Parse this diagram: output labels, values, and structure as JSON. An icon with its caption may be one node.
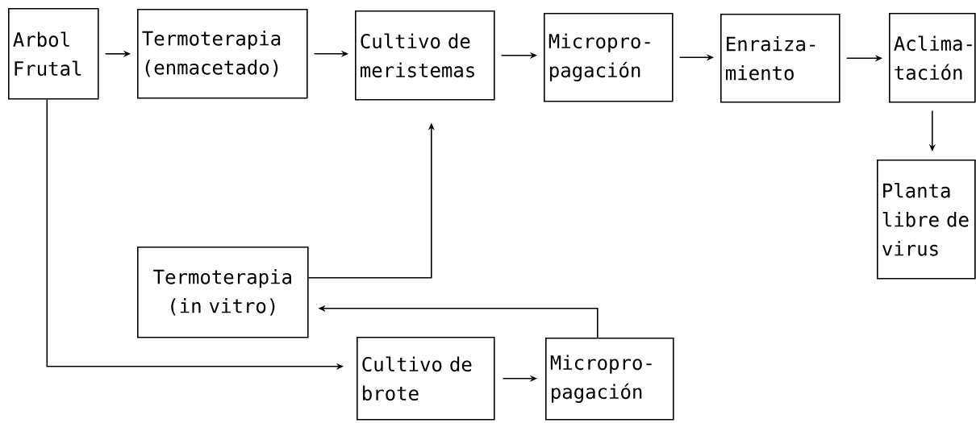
{
  "diagram": {
    "nodes": [
      {
        "text": [
          "Arbol Frutal"
        ]
      },
      {
        "text": [
          "Termoterapia (enmacetado)"
        ]
      },
      {
        "text": [
          "Cultivo de meristemas"
        ]
      },
      {
        "text": [
          "Micropro- pagación"
        ]
      },
      {
        "text": [
          "Enraiza- miento"
        ]
      },
      {
        "text": [
          "Aclima- tación"
        ]
      },
      {
        "text": [
          "Planta libre de virus"
        ]
      },
      {
        "text": [
          "Termoterapia (in vitro)"
        ]
      },
      {
        "text": [
          "Cultivo de brote"
        ]
      },
      {
        "text": [
          "Micropro- pagación"
        ]
      }
    ],
    "edges": [
      {
        "from": 0,
        "to": 1,
        "arrow": "to"
      },
      {
        "from": 1,
        "to": 2,
        "arrow": "to"
      },
      {
        "from": 2,
        "to": 3,
        "arrow": "to"
      },
      {
        "from": 3,
        "to": 4,
        "arrow": "to"
      },
      {
        "from": 4,
        "to": 5,
        "arrow": "to"
      },
      {
        "from": 5,
        "to": 6,
        "arrow": "to"
      },
      {
        "from": 0,
        "to": 8,
        "arrow": "to"
      },
      {
        "from": 8,
        "to": 9,
        "arrow": "to"
      },
      {
        "from": 9,
        "to": 7,
        "arrow": "to"
      },
      {
        "from": 7,
        "to": 2,
        "arrow": "to"
      }
    ]
  }
}
